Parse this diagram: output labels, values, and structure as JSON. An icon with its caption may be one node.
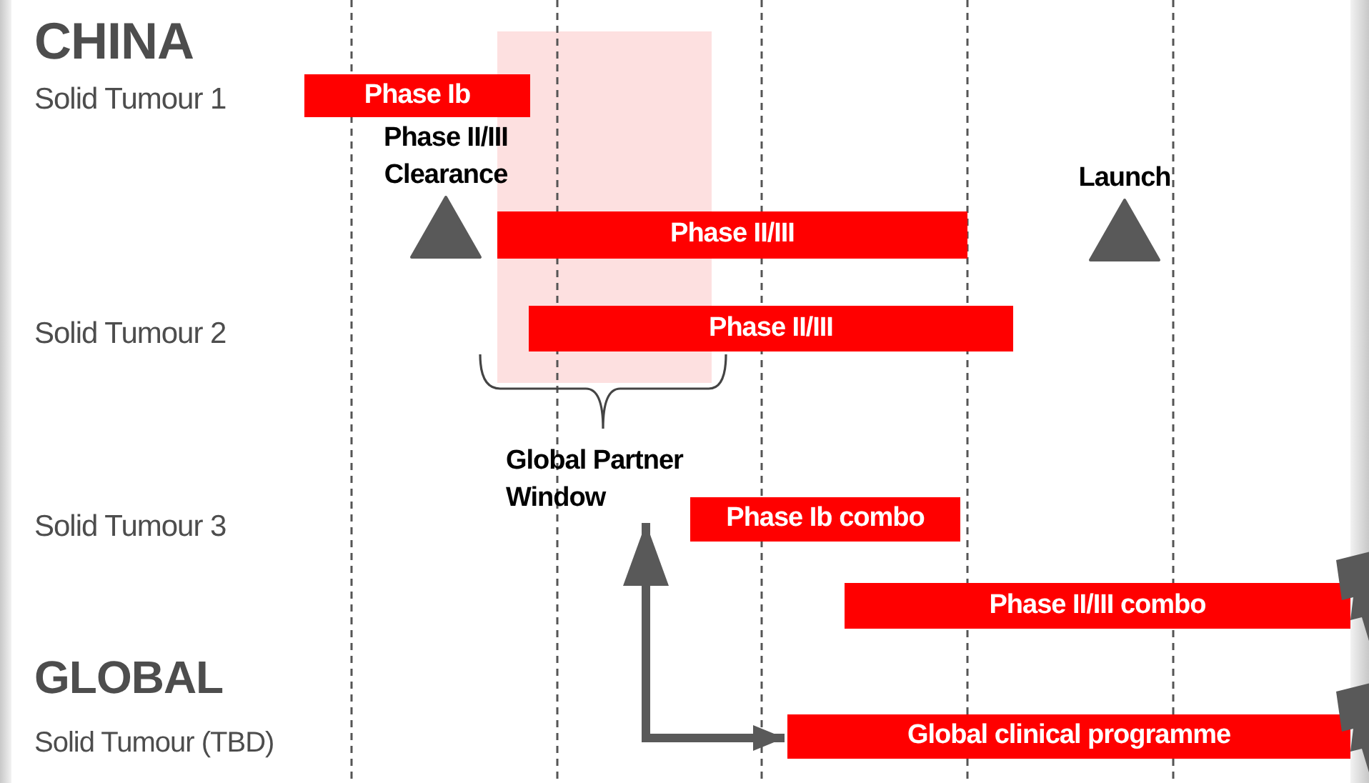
{
  "diagram": {
    "nodes": [
      {
        "text": [
          "Phase Ib"
        ]
      },
      {
        "text": [
          "Phase II/III Clearance"
        ]
      },
      {
        "text": [
          "Phase II/III"
        ]
      },
      {
        "text": [
          "Launch"
        ]
      },
      {
        "text": [
          "Phase II/III"
        ]
      },
      {
        "text": [
          "Global Partner Window"
        ]
      },
      {
        "text": [
          "Phase Ib combo"
        ]
      },
      {
        "text": [
          "Phase II/III combo"
        ]
      },
      {
        "text": [
          "Global clinical programme"
        ]
      }
    ],
    "edges": [
      {
        "from": 5,
        "to": 8,
        "arrow": "both"
      }
    ],
    "labels": [
      "CHINA",
      "Solid Tumour 1",
      "Solid Tumour 2",
      "Solid Tumour 3",
      "GLOBAL",
      "Solid Tumour (TBD)"
    ]
  }
}
